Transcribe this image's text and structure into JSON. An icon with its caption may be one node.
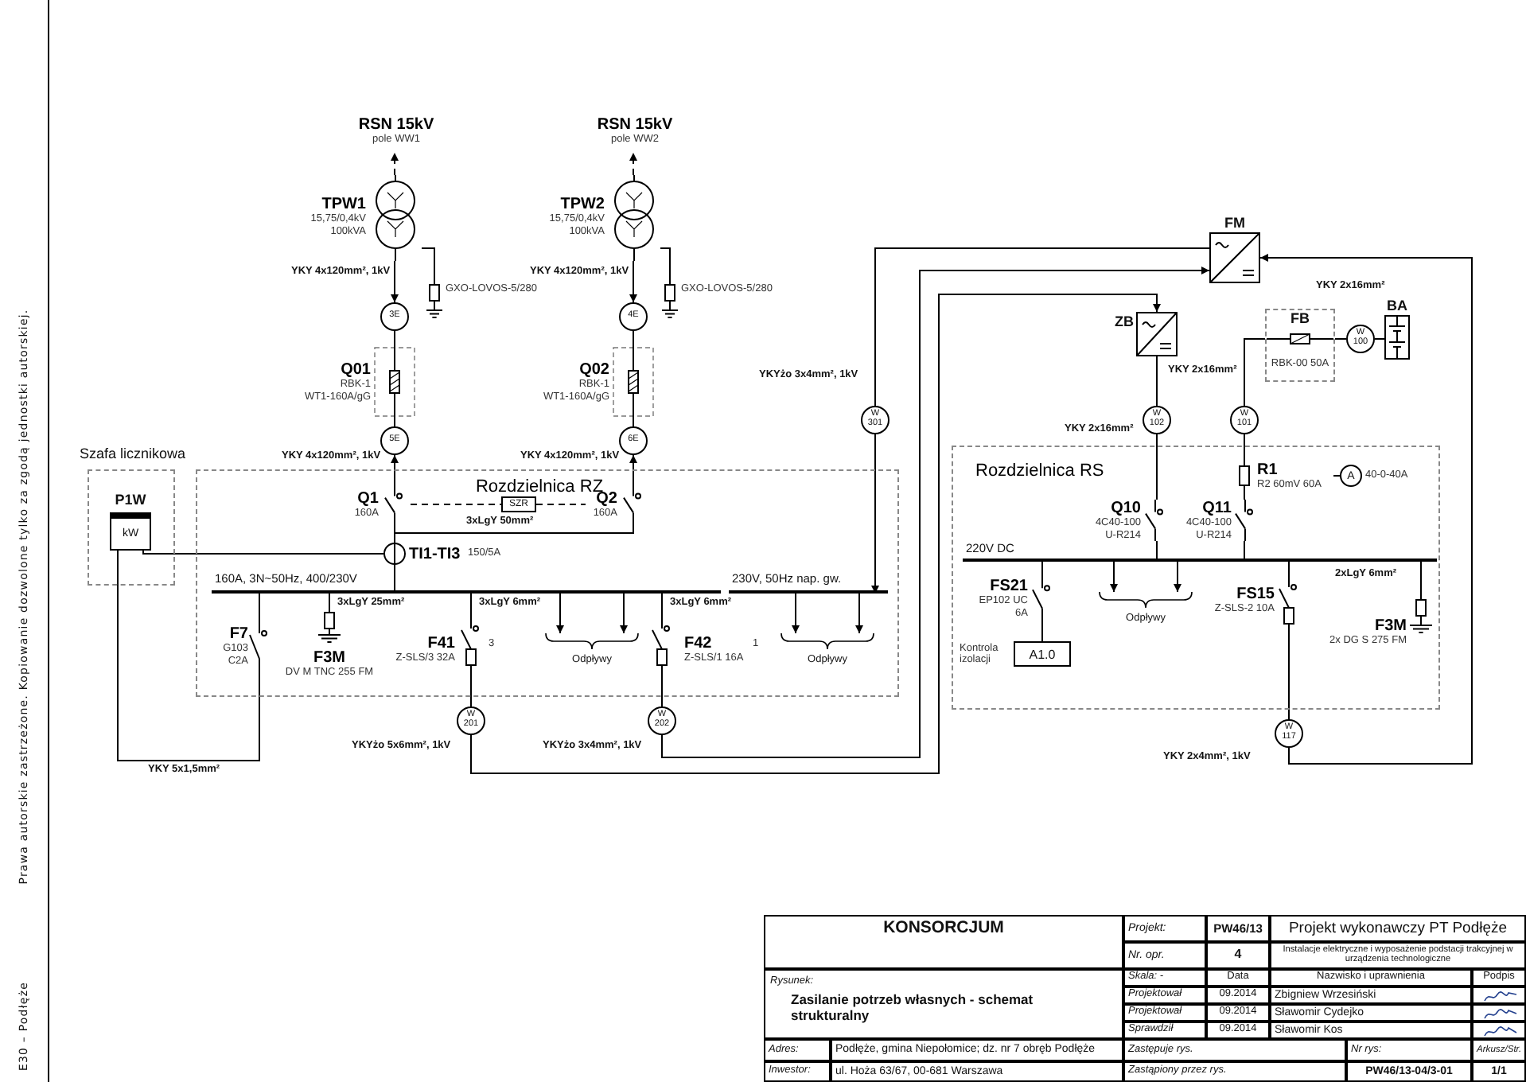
{
  "diagram": {
    "nodes": [
      {
        "text": [
          "RSN 15kV",
          "pole WW1"
        ]
      },
      {
        "text": [
          "RSN 15kV",
          "pole WW2"
        ]
      },
      {
        "text": [
          "TPW1",
          "15,75/0,4kV 100kVA"
        ]
      },
      {
        "text": [
          "TPW2",
          "15,75/0,4kV 100kVA"
        ]
      },
      {
        "text": [
          "GXO-LOVOS-5/280"
        ]
      },
      {
        "text": [
          "GXO-LOVOS-5/280"
        ]
      },
      {
        "text": [
          "3E"
        ]
      },
      {
        "text": [
          "4E"
        ]
      },
      {
        "text": [
          "Q01",
          "RBK-1 WT1-160A/gG"
        ]
      },
      {
        "text": [
          "Q02",
          "RBK-1 WT1-160A/gG"
        ]
      },
      {
        "text": [
          "5E"
        ]
      },
      {
        "text": [
          "6E"
        ]
      },
      {
        "text": [
          "Rozdzielnica RZ"
        ]
      },
      {
        "text": [
          "Q1",
          "160A"
        ],
        "in": 12
      },
      {
        "text": [
          "Q2",
          "160A"
        ],
        "in": 12
      },
      {
        "text": [
          "SZR"
        ],
        "in": 12
      },
      {
        "text": [
          "TI1-TI3",
          "150/5A"
        ],
        "in": 12
      },
      {
        "text": [
          "160A, 3N~50Hz, 400/230V"
        ],
        "in": 12
      },
      {
        "text": [
          "F7",
          "G103 C2A"
        ],
        "in": 12
      },
      {
        "text": [
          "F3M",
          "DV M TNC 255 FM"
        ],
        "in": 12
      },
      {
        "text": [
          "F41",
          "Z-SLS/3 32A"
        ],
        "beside": [
          "3"
        ],
        "in": 12
      },
      {
        "text": [
          "F42",
          "Z-SLS/1 16A"
        ],
        "beside": [
          "1"
        ],
        "in": 12
      },
      {
        "text": [
          "Odpływy"
        ],
        "in": 12
      },
      {
        "text": [
          "Szafa licznikowa"
        ]
      },
      {
        "text": [
          "P1W",
          "kW"
        ],
        "in": 23
      },
      {
        "text": [
          "230V, 50Hz nap. gw."
        ],
        "in": 12
      },
      {
        "text": [
          "Odpływy"
        ],
        "in": 12
      },
      {
        "text": [
          "W 301"
        ]
      },
      {
        "text": [
          "W 201"
        ]
      },
      {
        "text": [
          "W 202"
        ]
      },
      {
        "text": [
          "FM"
        ]
      },
      {
        "text": [
          "ZB"
        ]
      },
      {
        "text": [
          "FB",
          "RBK-00 50A"
        ]
      },
      {
        "text": [
          "W 100"
        ]
      },
      {
        "text": [
          "BA"
        ]
      },
      {
        "text": [
          "W 102"
        ]
      },
      {
        "text": [
          "W 101"
        ]
      },
      {
        "text": [
          "Rozdzielnica RS"
        ]
      },
      {
        "text": [
          "Q10",
          "4C40-100 U-R214"
        ],
        "in": 37
      },
      {
        "text": [
          "Q11",
          "4C40-100 U-R214"
        ],
        "in": 37
      },
      {
        "text": [
          "R1",
          "R2 60mV 60A"
        ],
        "in": 37
      },
      {
        "text": [
          "A"
        ],
        "beside": [
          "40-0-40A"
        ],
        "in": 37
      },
      {
        "text": [
          "220V DC"
        ],
        "in": 37
      },
      {
        "text": [
          "FS21",
          "EP102 UC 6A"
        ],
        "in": 37
      },
      {
        "text": [
          "A1.0"
        ],
        "beside": [
          "Kontrola izolacji"
        ],
        "in": 37
      },
      {
        "text": [
          "Odpływy"
        ],
        "in": 37
      },
      {
        "text": [
          "FS15",
          "Z-SLS-2 10A"
        ],
        "in": 37
      },
      {
        "text": [
          "F3M",
          "2x DG S 275 FM"
        ],
        "in": 37
      },
      {
        "text": [
          "W 117"
        ]
      }
    ],
    "edges": [
      {
        "from": 2,
        "to": 0,
        "arrow": "to",
        "style": "dashed"
      },
      {
        "from": 3,
        "to": 1,
        "arrow": "to",
        "style": "dashed"
      },
      {
        "from": 2,
        "to": 4,
        "arrow": "none"
      },
      {
        "from": 3,
        "to": 5,
        "arrow": "none"
      },
      {
        "from": 2,
        "to": 6,
        "arrow": "to",
        "label": "YKY 4x120mm², 1kV"
      },
      {
        "from": 3,
        "to": 7,
        "arrow": "to",
        "label": "YKY 4x120mm², 1kV"
      },
      {
        "from": 6,
        "to": 8,
        "arrow": "none"
      },
      {
        "from": 7,
        "to": 9,
        "arrow": "none"
      },
      {
        "from": 8,
        "to": 10,
        "arrow": "none"
      },
      {
        "from": 9,
        "to": 11,
        "arrow": "none"
      },
      {
        "from": 13,
        "to": 10,
        "arrow": "to",
        "label": "YKY 4x120mm², 1kV"
      },
      {
        "from": 14,
        "to": 11,
        "arrow": "to",
        "label": "YKY 4x120mm², 1kV"
      },
      {
        "from": 13,
        "to": 15,
        "arrow": "none",
        "style": "dashed"
      },
      {
        "from": 15,
        "to": 14,
        "arrow": "none",
        "style": "dashed"
      },
      {
        "from": 13,
        "to": 16,
        "arrow": "none"
      },
      {
        "from": 14,
        "to": 16,
        "arrow": "none",
        "label": "3xLgY 50mm²"
      },
      {
        "from": 16,
        "to": 17,
        "arrow": "none"
      },
      {
        "from": 16,
        "to": 24,
        "arrow": "none"
      },
      {
        "from": 17,
        "to": 18,
        "arrow": "none"
      },
      {
        "from": 17,
        "to": 19,
        "arrow": "none",
        "label": "3xLgY 25mm²"
      },
      {
        "from": 17,
        "to": 20,
        "arrow": "none",
        "label": "3xLgY 6mm²"
      },
      {
        "from": 17,
        "to": 22,
        "arrow": "to"
      },
      {
        "from": 17,
        "to": 22,
        "arrow": "to"
      },
      {
        "from": 17,
        "to": 21,
        "arrow": "none",
        "label": "3xLgY 6mm²"
      },
      {
        "from": 18,
        "to": 24,
        "arrow": "none",
        "label": "YKY 5x1,5mm²"
      },
      {
        "from": 20,
        "to": 28,
        "arrow": "none"
      },
      {
        "from": 21,
        "to": 29,
        "arrow": "none"
      },
      {
        "from": 28,
        "to": 31,
        "arrow": "to",
        "label": "YKYżo 5x6mm², 1kV"
      },
      {
        "from": 29,
        "to": 30,
        "arrow": "to",
        "label": "YKYżo 3x4mm², 1kV"
      },
      {
        "from": 30,
        "to": 27,
        "arrow": "none",
        "label": "YKYżo 3x4mm², 1kV"
      },
      {
        "from": 27,
        "to": 25,
        "arrow": "to"
      },
      {
        "from": 25,
        "to": 26,
        "arrow": "to"
      },
      {
        "from": 25,
        "to": 26,
        "arrow": "to"
      },
      {
        "from": 31,
        "to": 35,
        "arrow": "none"
      },
      {
        "from": 35,
        "to": 38,
        "arrow": "none",
        "label": "YKY 2x16mm²"
      },
      {
        "from": 36,
        "to": 32,
        "arrow": "none",
        "label": "YKY 2x16mm²"
      },
      {
        "from": 32,
        "to": 33,
        "arrow": "none"
      },
      {
        "from": 33,
        "to": 34,
        "arrow": "none",
        "label": "YKY 2x16mm²"
      },
      {
        "from": 36,
        "to": 40,
        "arrow": "none"
      },
      {
        "from": 40,
        "to": 39,
        "arrow": "none"
      },
      {
        "from": 40,
        "to": 41,
        "arrow": "none"
      },
      {
        "from": 38,
        "to": 42,
        "arrow": "none"
      },
      {
        "from": 39,
        "to": 42,
        "arrow": "none"
      },
      {
        "from": 42,
        "to": 43,
        "arrow": "none"
      },
      {
        "from": 43,
        "to": 44,
        "arrow": "none"
      },
      {
        "from": 42,
        "to": 45,
        "arrow": "to"
      },
      {
        "from": 42,
        "to": 45,
        "arrow": "to"
      },
      {
        "from": 42,
        "to": 46,
        "arrow": "none"
      },
      {
        "from": 42,
        "to": 47,
        "arrow": "none",
        "label": "2xLgY 6mm²"
      },
      {
        "from": 46,
        "to": 48,
        "arrow": "none"
      },
      {
        "from": 48,
        "to": 30,
        "arrow": "to",
        "label": "YKY 2x4mm², 1kV"
      }
    ],
    "labels": [
      "Prawa autorskie zastrzeżone. Kopiowanie dozwolone tylko za zgodą jednostki autorskiej.",
      "E30 – Podłęże",
      "KONSORCJUM",
      "Projekt:",
      "PW46/13",
      "Projekt wykonawczy PT Podłęże",
      "Nr. opr.",
      "4",
      "Instalacje elektryczne i wyposażenie podstacji trakcyjnej w urządzenia technologiczne",
      "Skala: -",
      "Data",
      "Nazwisko i uprawnienia",
      "Podpis",
      "Rysunek:",
      "Zasilanie potrzeb własnych - schemat strukturalny",
      "Projektował",
      "09.2014",
      "Zbigniew Wrzesiński",
      "Projektował",
      "09.2014",
      "Sławomir Cydejko",
      "Sprawdził",
      "09.2014",
      "Sławomir Kos",
      "Adres:",
      "Podłęże, gmina Niepołomice; dz. nr 7 obręb Podłęże",
      "Zastępuje rys.",
      "Nr rys:",
      "Arkusz/Str.",
      "Inwestor:",
      "ul. Hoża 63/67, 00-681 Warszawa",
      "Zastąpiony przez rys.",
      "PW46/13-04/3-01",
      "1/1"
    ]
  }
}
